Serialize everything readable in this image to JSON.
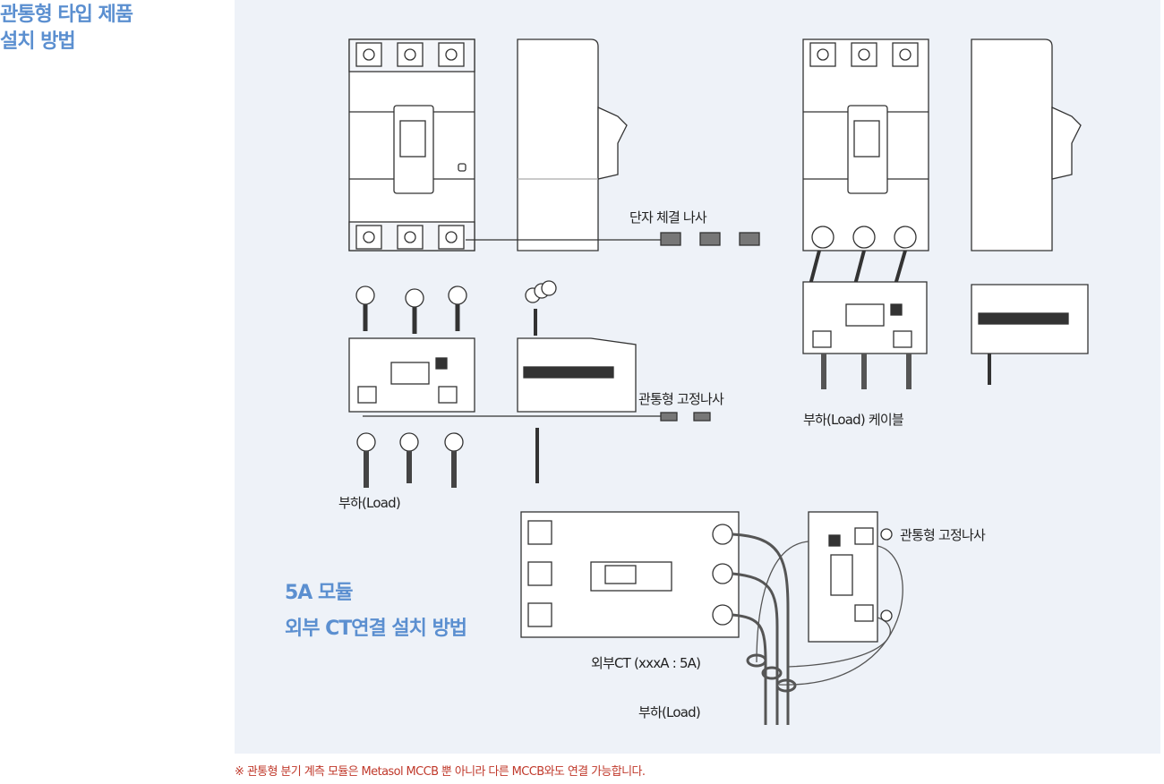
{
  "title": {
    "line1": "관통형 타입 제품",
    "line2": "설치 방법"
  },
  "labels": {
    "terminal_screw": "단자  체결  나사",
    "through_fix_screw_1": "관통형 고정나사",
    "load_cable": "부하(Load) 케이블",
    "load_1": "부하(Load)",
    "through_fix_screw_2": "관통형 고정나사",
    "external_ct": "외부CT (xxxA : 5A)",
    "load_2": "부하(Load)"
  },
  "subtitle": {
    "line1": "5A 모듈",
    "line2": "외부 CT연결 설치 방법"
  },
  "footnote": "※ 관통형 분기 계측 모듈은 Metasol MCCB 뿐 아니라 다른 MCCB와도 연결 가능합니다.",
  "colors": {
    "accent": "#5b8fd0",
    "panel": "#eef2f8",
    "note": "#c0392b"
  }
}
